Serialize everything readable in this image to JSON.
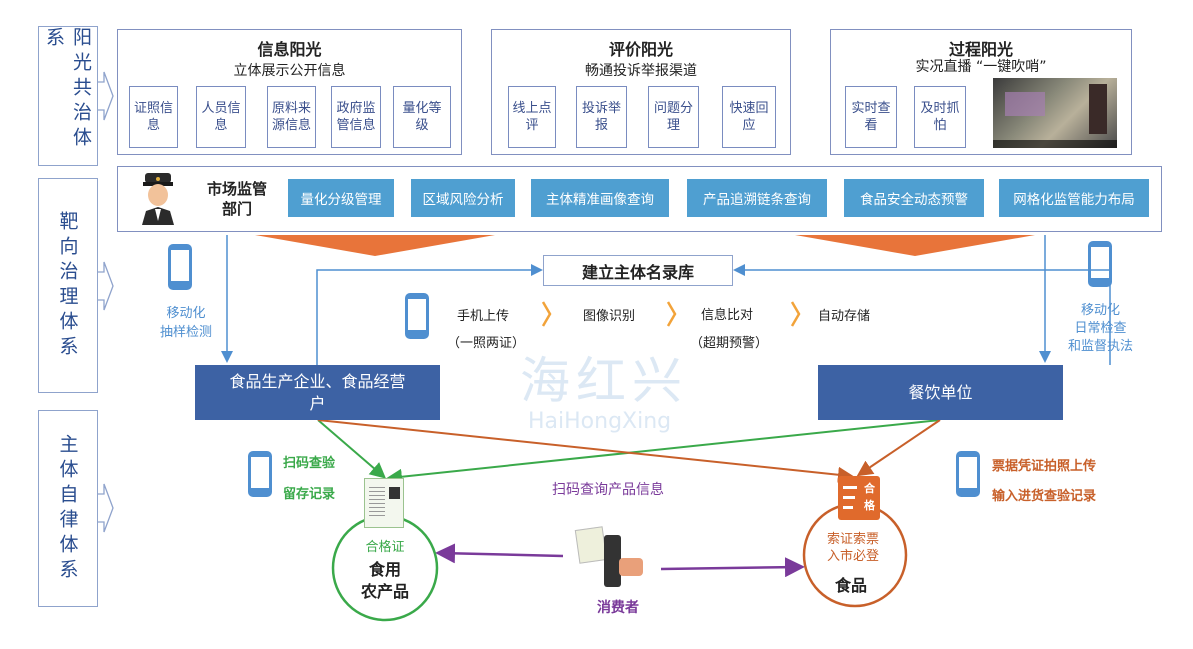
{
  "watermark": {
    "cn": "海红兴",
    "en": "HaiHongXing"
  },
  "side_labels": [
    "阳光共治体系",
    "靶向治理体系",
    "主体自律体系"
  ],
  "panels": [
    {
      "title": "信息阳光",
      "subtitle": "立体展示公开信息",
      "items": [
        "证照信息",
        "人员信息",
        "原料来源信息",
        "政府监管信息",
        "量化等级"
      ]
    },
    {
      "title": "评价阳光",
      "subtitle": "畅通投诉举报渠道",
      "items": [
        "线上点评",
        "投诉举报",
        "问题分理",
        "快速回应"
      ]
    },
    {
      "title": "过程阳光",
      "subtitle": "实况直播 “一键吹哨”",
      "items": [
        "实时查看",
        "及时抓怕"
      ]
    }
  ],
  "regulator": {
    "label": "市场监管部门",
    "functions": [
      "量化分级管理",
      "区域风险分析",
      "主体精准画像查询",
      "产品追溯链条查询",
      "食品安全动态预警",
      "网格化监管能力布局"
    ]
  },
  "registry": "建立主体名录库",
  "flow": {
    "steps": [
      "手机上传",
      "图像识别",
      "信息比对",
      "自动存储"
    ],
    "notes": [
      "（一照两证）",
      "（超期预警）"
    ]
  },
  "left_mobile": [
    "移动化",
    "抽样检测"
  ],
  "right_mobile": [
    "移动化",
    "日常检查",
    "和监督执法"
  ],
  "producers": "食品生产企业、食品经营户",
  "catering": "餐饮单位",
  "left_actions": [
    "扫码查验",
    "留存记录"
  ],
  "right_actions": [
    "票据凭证拍照上传",
    "输入进货查验记录"
  ],
  "scan_query": "扫码查询产品信息",
  "agri": {
    "badge": "合格证",
    "name1": "食用",
    "name2": "农产品"
  },
  "food": {
    "badge": "合格",
    "note1": "索证索票",
    "note2": "入市必登",
    "name": "食品"
  },
  "consumer": "消费者",
  "colors": {
    "dark_blue": "#3d62a4",
    "light_blue": "#4f9fd1",
    "green": "#3aa94a",
    "orange": "#c8602a",
    "purple": "#7a3a9a"
  }
}
